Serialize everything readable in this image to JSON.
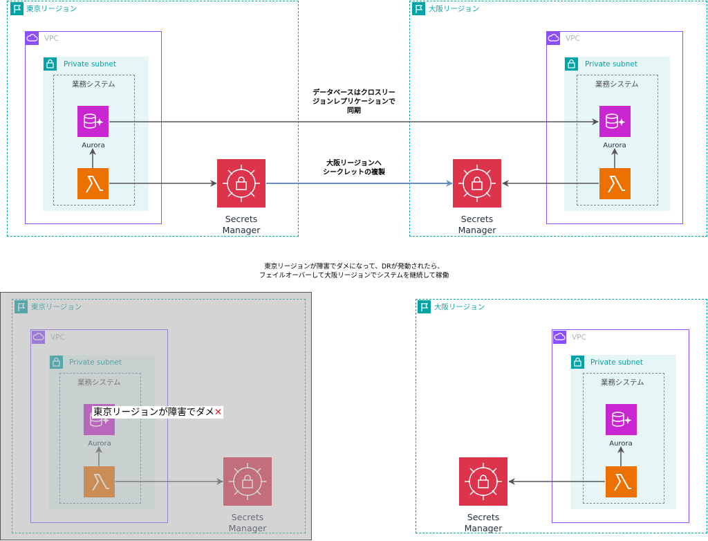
{
  "top": {
    "left_region": {
      "label": "東京リージョン"
    },
    "right_region": {
      "label": "大阪リージョン"
    },
    "vpc_label": "VPC",
    "subnet_label": "Private subnet",
    "system_label": "業務システム",
    "aurora_label": "Aurora",
    "secrets_manager_label": [
      "Secrets",
      "Manager"
    ],
    "replication_note": [
      "データベースはクロスリー",
      "ジョンレプリケーションで",
      "同期"
    ],
    "secret_copy_note": [
      "大阪リージョンへ",
      "シークレットの複製"
    ]
  },
  "caption": [
    "東京リージョンが障害でダメになって、DRが発動されたら、",
    "フェイルオーバーして大阪リージョンでシステムを継続して稼働"
  ],
  "bottom": {
    "left_region": {
      "label": "東京リージョン"
    },
    "right_region": {
      "label": "大阪リージョン"
    },
    "vpc_label": "VPC",
    "subnet_label": "Private subnet",
    "system_label": "業務システム",
    "aurora_label": "Aurora",
    "secrets_manager_label": [
      "Secrets",
      "Manager"
    ],
    "outage_text": "東京リージョンが障害でダメ",
    "outage_mark": "✕"
  },
  "colors": {
    "region": "#00A4A6",
    "vpc": "#8C4FFF",
    "aurora": "#C925D1",
    "lambda": "#ED7100",
    "secrets_manager": "#DD344C",
    "replication_arrow": "#6C8EBF"
  }
}
